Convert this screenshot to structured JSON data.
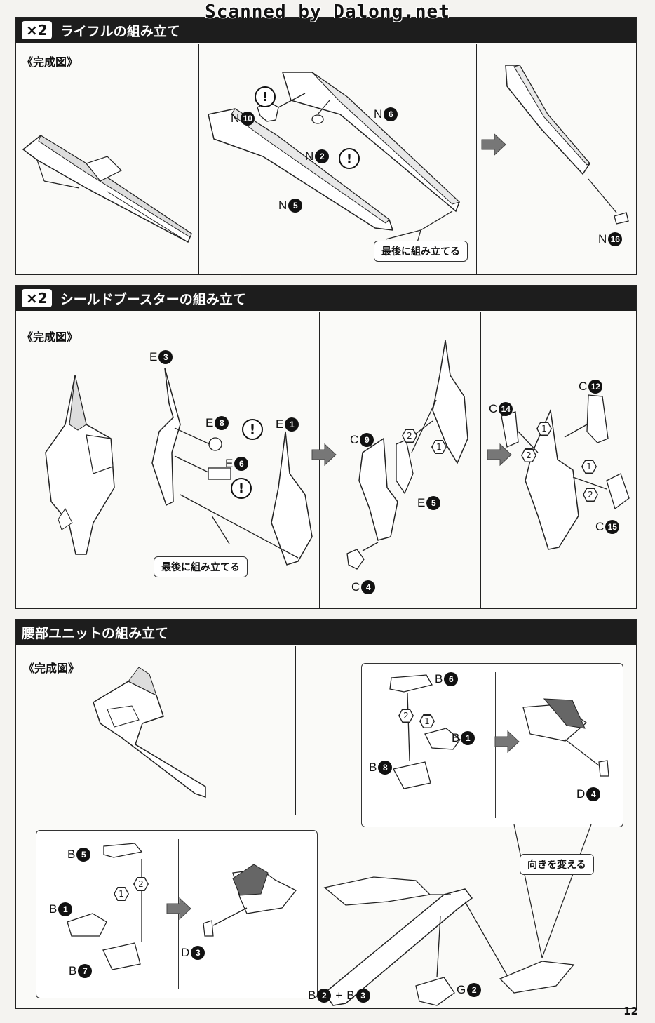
{
  "watermark": "Scanned by Dalong.net",
  "sections": {
    "rifle": {
      "multiplier": "×2",
      "title": "ライフルの組み立て",
      "complete": "《完成図》",
      "labels": {
        "n10": {
          "letter": "N",
          "num": "10"
        },
        "n6": {
          "letter": "N",
          "num": "6"
        },
        "n2": {
          "letter": "N",
          "num": "2"
        },
        "n5": {
          "letter": "N",
          "num": "5"
        },
        "n16": {
          "letter": "N",
          "num": "16"
        }
      },
      "callout": "最後に組み立てる"
    },
    "shield": {
      "multiplier": "×2",
      "title": "シールドブースターの組み立て",
      "complete": "《完成図》",
      "labels": {
        "e3": {
          "letter": "E",
          "num": "3"
        },
        "e8": {
          "letter": "E",
          "num": "8"
        },
        "e1": {
          "letter": "E",
          "num": "1"
        },
        "e6": {
          "letter": "E",
          "num": "6"
        },
        "c9": {
          "letter": "C",
          "num": "9"
        },
        "e5": {
          "letter": "E",
          "num": "5"
        },
        "c4": {
          "letter": "C",
          "num": "4"
        },
        "c12": {
          "letter": "C",
          "num": "12"
        },
        "c14": {
          "letter": "C",
          "num": "14"
        },
        "c15": {
          "letter": "C",
          "num": "15"
        }
      },
      "callout": "最後に組み立てる"
    },
    "waist": {
      "title": "腰部ユニットの組み立て",
      "complete": "《完成図》",
      "labels": {
        "b6": {
          "letter": "B",
          "num": "6"
        },
        "b1_top": {
          "letter": "B",
          "num": "1"
        },
        "b8": {
          "letter": "B",
          "num": "8"
        },
        "d4": {
          "letter": "D",
          "num": "4"
        },
        "b5": {
          "letter": "B",
          "num": "5"
        },
        "b1_bottom": {
          "letter": "B",
          "num": "1"
        },
        "b7": {
          "letter": "B",
          "num": "7"
        },
        "d3": {
          "letter": "D",
          "num": "3"
        },
        "g2": {
          "letter": "G",
          "num": "2"
        }
      },
      "combo": {
        "a": "B",
        "a_num": "2",
        "plus": "+",
        "b": "B",
        "b_num": "3"
      },
      "callout": "向きを変える"
    }
  },
  "warning_symbol": "!",
  "step_numbers": [
    "1",
    "2"
  ],
  "page_number": "12"
}
